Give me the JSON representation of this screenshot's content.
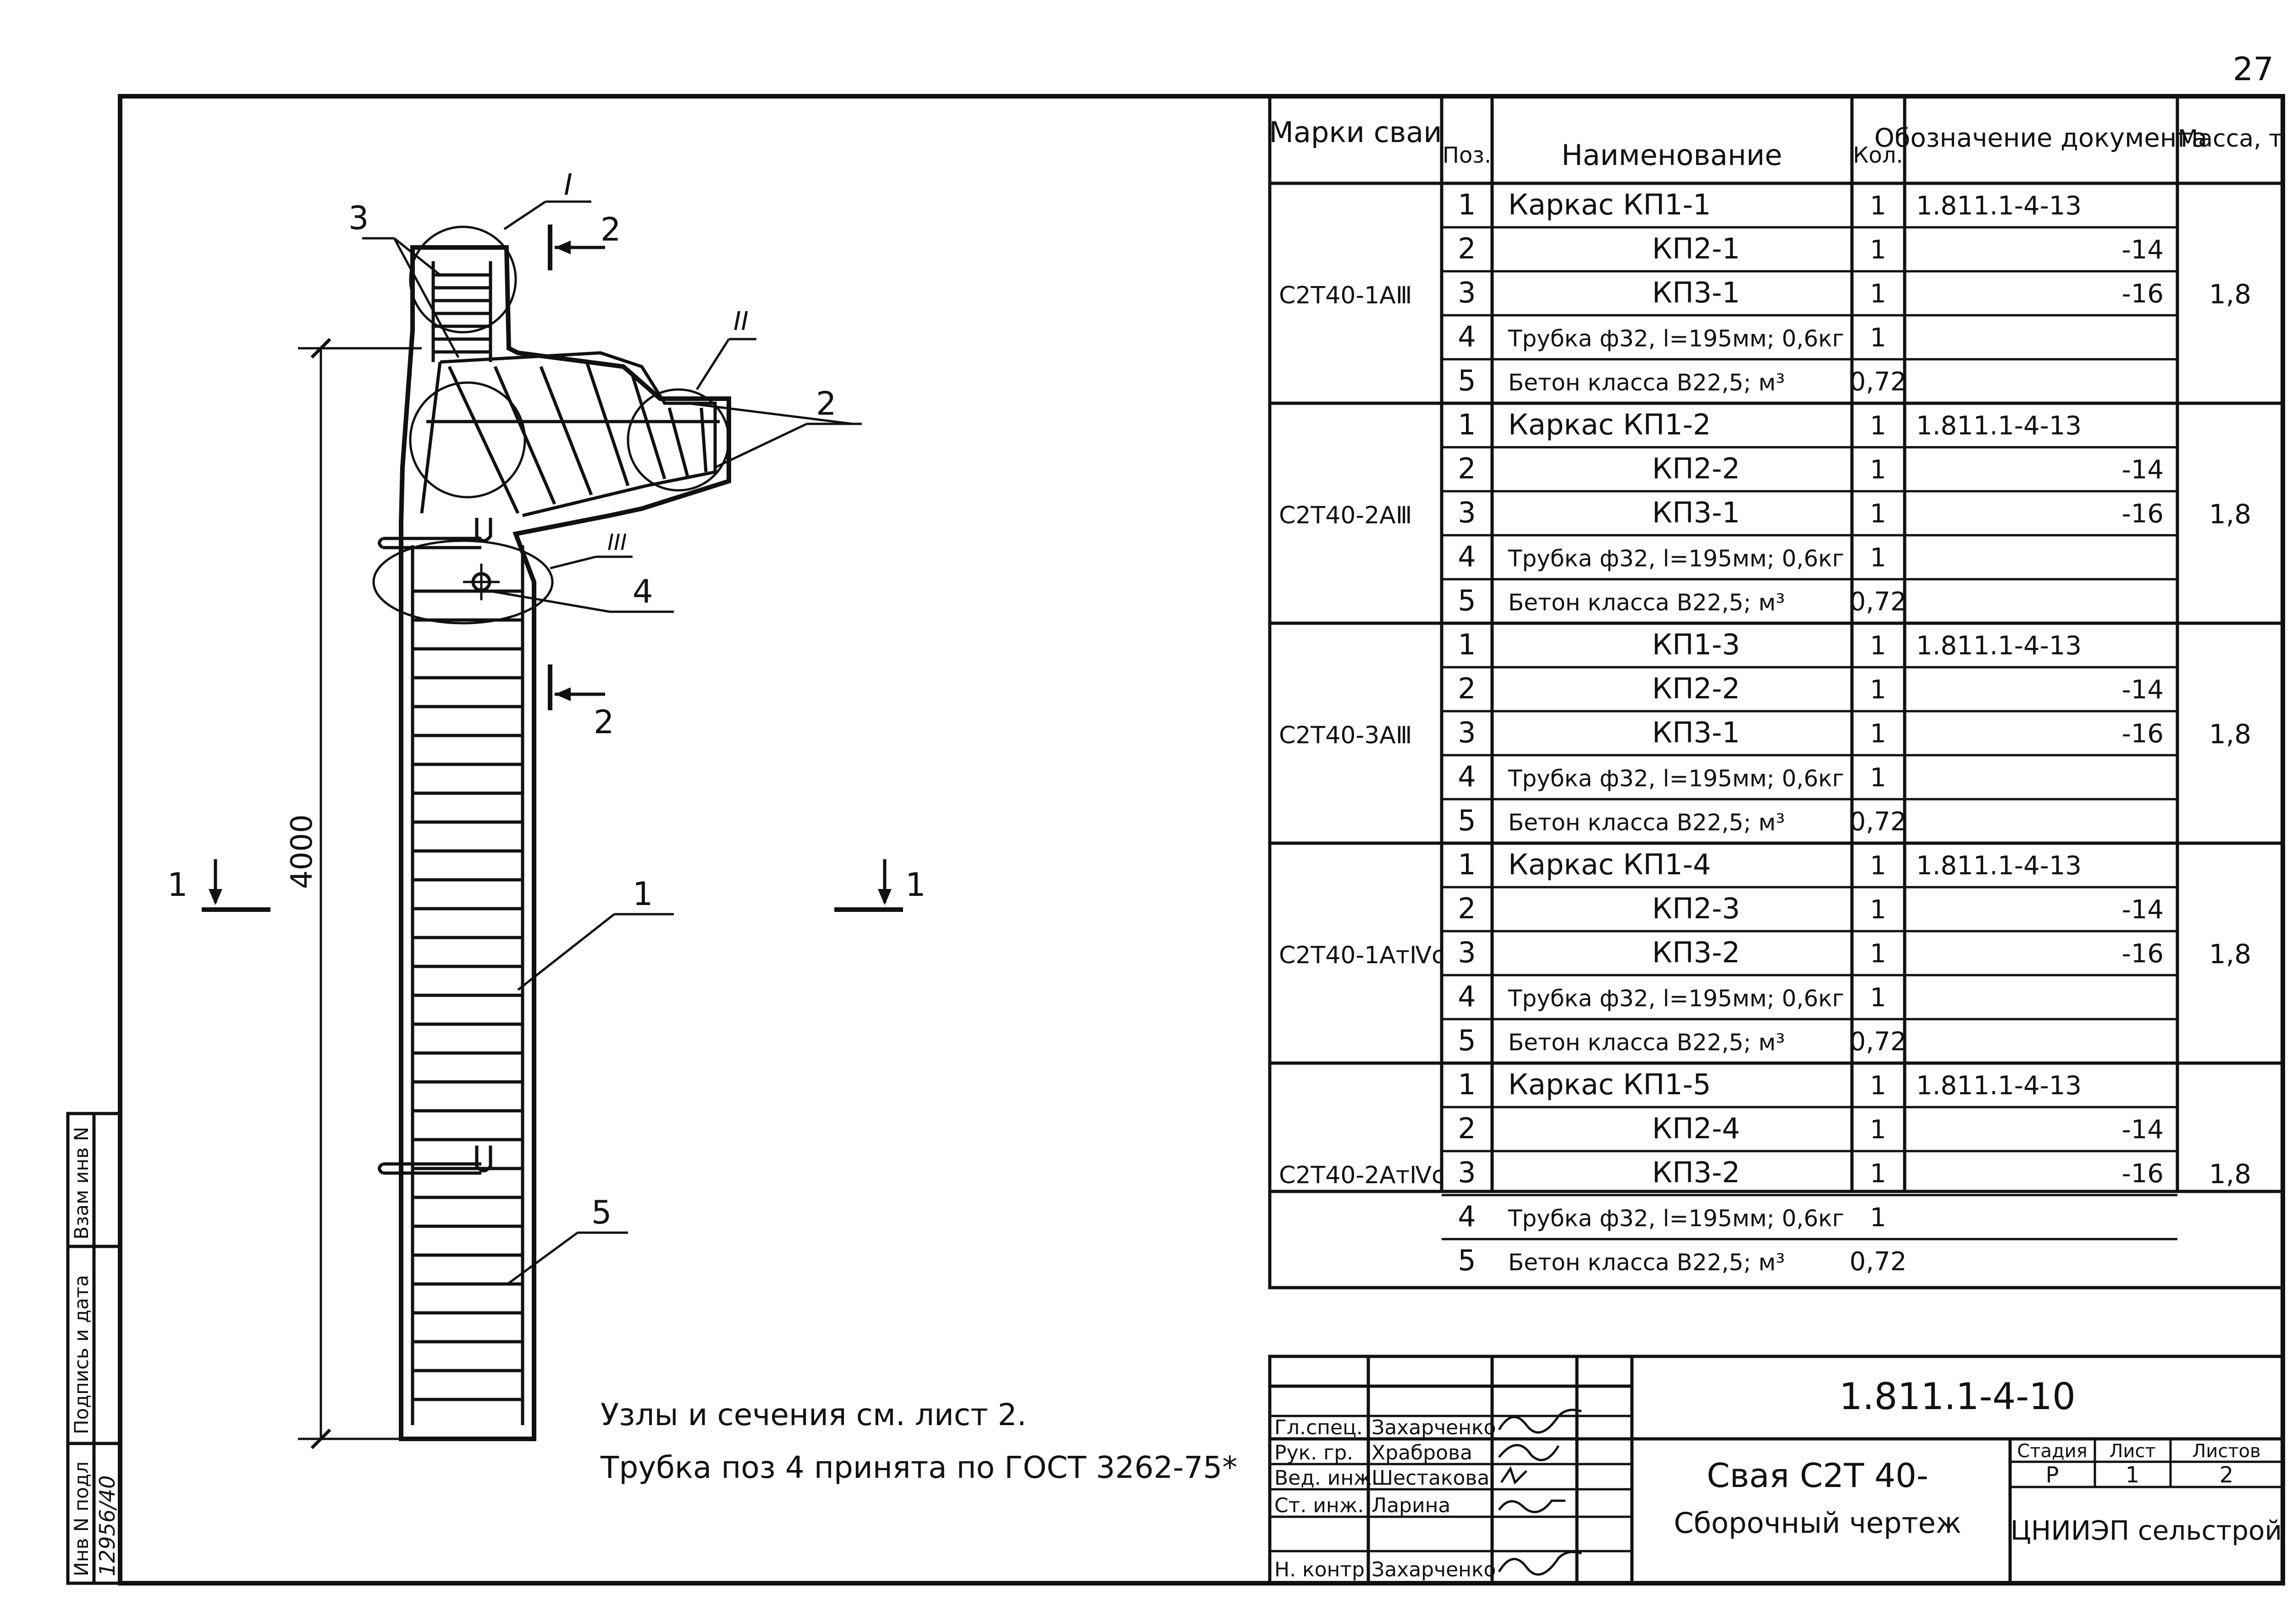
{
  "page_number": "27",
  "spec_table": {
    "headers": {
      "marks": "Марки сваи",
      "pos": "Поз.",
      "name": "Наименование",
      "qty": "Кол.",
      "doc": "Обозначение документа",
      "mass": "Масса, т"
    },
    "groups": [
      {
        "mark": "С2Т40-1АⅢ",
        "mass": "1,8",
        "rows": [
          {
            "pos": "1",
            "name": "Каркас КП1-1",
            "qty": "1",
            "doc": "1.811.1-4-13"
          },
          {
            "pos": "2",
            "name": "КП2-1",
            "qty": "1",
            "doc": "-14"
          },
          {
            "pos": "3",
            "name": "КП3-1",
            "qty": "1",
            "doc": "-16"
          },
          {
            "pos": "4",
            "name": "Трубка ф32, l=195мм; 0,6кг",
            "qty": "1",
            "doc": ""
          },
          {
            "pos": "5",
            "name": "Бетон класса В22,5; м³",
            "qty": "0,72",
            "doc": ""
          }
        ]
      },
      {
        "mark": "С2Т40-2АⅢ",
        "mass": "1,8",
        "rows": [
          {
            "pos": "1",
            "name": "Каркас КП1-2",
            "qty": "1",
            "doc": "1.811.1-4-13"
          },
          {
            "pos": "2",
            "name": "КП2-2",
            "qty": "1",
            "doc": "-14"
          },
          {
            "pos": "3",
            "name": "КП3-1",
            "qty": "1",
            "doc": "-16"
          },
          {
            "pos": "4",
            "name": "Трубка ф32, l=195мм; 0,6кг",
            "qty": "1",
            "doc": ""
          },
          {
            "pos": "5",
            "name": "Бетон класса В22,5; м³",
            "qty": "0,72",
            "doc": ""
          }
        ]
      },
      {
        "mark": "С2Т40-3АⅢ",
        "mass": "1,8",
        "rows": [
          {
            "pos": "1",
            "name": "КП1-3",
            "qty": "1",
            "doc": "1.811.1-4-13"
          },
          {
            "pos": "2",
            "name": "КП2-2",
            "qty": "1",
            "doc": "-14"
          },
          {
            "pos": "3",
            "name": "КП3-1",
            "qty": "1",
            "doc": "-16"
          },
          {
            "pos": "4",
            "name": "Трубка ф32, l=195мм; 0,6кг",
            "qty": "1",
            "doc": ""
          },
          {
            "pos": "5",
            "name": "Бетон класса В22,5; м³",
            "qty": "0,72",
            "doc": ""
          }
        ]
      },
      {
        "mark": "С2Т40-1АтⅣс",
        "mass": "1,8",
        "rows": [
          {
            "pos": "1",
            "name": "Каркас КП1-4",
            "qty": "1",
            "doc": "1.811.1-4-13"
          },
          {
            "pos": "2",
            "name": "КП2-3",
            "qty": "1",
            "doc": "-14"
          },
          {
            "pos": "3",
            "name": "КП3-2",
            "qty": "1",
            "doc": "-16"
          },
          {
            "pos": "4",
            "name": "Трубка ф32, l=195мм; 0,6кг",
            "qty": "1",
            "doc": ""
          },
          {
            "pos": "5",
            "name": "Бетон класса В22,5; м³",
            "qty": "0,72",
            "doc": ""
          }
        ]
      },
      {
        "mark": "С2Т40-2АтⅣс",
        "mass": "1,8",
        "rows": [
          {
            "pos": "1",
            "name": "Каркас КП1-5",
            "qty": "1",
            "doc": "1.811.1-4-13"
          },
          {
            "pos": "2",
            "name": "КП2-4",
            "qty": "1",
            "doc": "-14"
          },
          {
            "pos": "3",
            "name": "КП3-2",
            "qty": "1",
            "doc": "-16"
          },
          {
            "pos": "4",
            "name": "Трубка ф32, l=195мм; 0,6кг",
            "qty": "1",
            "doc": ""
          },
          {
            "pos": "5",
            "name": "Бетон класса В22,5; м³",
            "qty": "0,72",
            "doc": ""
          }
        ]
      }
    ]
  },
  "drawing": {
    "dimension": "4000",
    "labels": {
      "callout_1": "1",
      "callout_2": "2",
      "callout_3": "3",
      "callout_4": "4",
      "callout_5": "5",
      "node_I": "I",
      "node_II": "II",
      "node_III": "III",
      "section_1": "1",
      "section_2": "2"
    },
    "notes": [
      "Узлы и сечения см. лист 2.",
      "Трубка поз 4 принята по ГОСТ 3262-75*"
    ]
  },
  "side_stamp": {
    "inv_podl": "Инв N подл",
    "podpis_data": "Подпись и дата",
    "vzam_inv": "Взам инв N",
    "inv_value": "12956/40"
  },
  "title_block": {
    "doc_code": "1.811.1-4-10",
    "title_line1": "Свая С2Т 40-",
    "title_line2": "Сборочный чертеж",
    "stage_label": "Стадия",
    "sheet_label": "Лист",
    "sheets_label": "Листов",
    "stage": "Р",
    "sheet": "1",
    "sheets": "2",
    "org": "ЦНИИЭП сельстрой",
    "people": [
      {
        "role": "Гл.спец.",
        "name": "Захарченко"
      },
      {
        "role": "Рук. гр.",
        "name": "Храброва"
      },
      {
        "role": "Вед. инж.",
        "name": "Шестакова"
      },
      {
        "role": "Ст. инж.",
        "name": "Ларина"
      },
      {
        "role": "Н. контр.",
        "name": "Захарченко"
      }
    ]
  }
}
